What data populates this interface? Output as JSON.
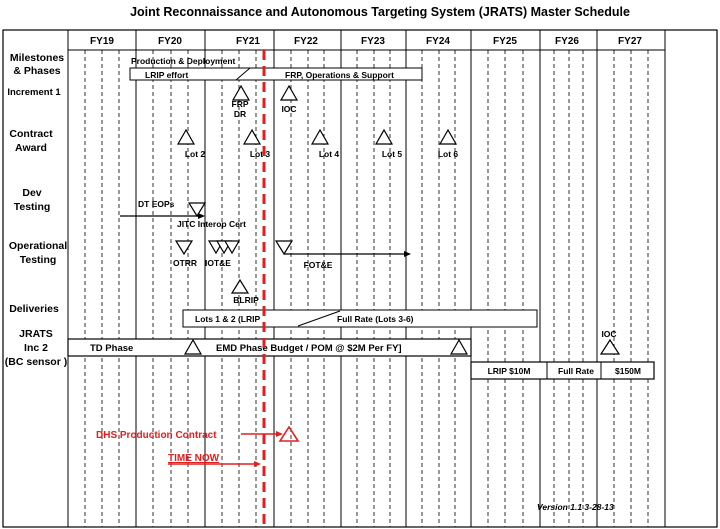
{
  "title": "Joint Reconnaissance and Autonomous Targeting System (JRATS) Master Schedule",
  "fiscal_years": [
    "FY19",
    "FY20",
    "FY21",
    "FY22",
    "FY23",
    "FY24",
    "FY25",
    "FY26",
    "FY27"
  ],
  "rows": {
    "milestones": "Milestones\n& Phases",
    "increment1": "Increment 1",
    "contract_award": "Contract\nAward",
    "dev_testing": "Dev\nTesting",
    "operational_testing": "Operational\nTesting",
    "deliveries": "Deliveries",
    "jrats_inc2": "JRATS\nInc 2\n(BC sensor )"
  },
  "milestones": {
    "production_deployment": "Production & Deployment",
    "lrip_effort": "LRIP effort",
    "frp_ops_support": "FRP, Operations & Support",
    "frp_dr": "FRP\nDR",
    "ioc": "IOC"
  },
  "contract_awards": [
    "Lot 2",
    "Lot 3",
    "Lot 4",
    "Lot 5",
    "Lot 6"
  ],
  "dev_testing": {
    "dt_eops": "DT  EOPs",
    "jitc": "JITC Interop Cert"
  },
  "operational_testing": {
    "otrr": "OTRR",
    "iote": "IOT&E",
    "fote": "FOT&E",
    "blrip": "BLRIP"
  },
  "deliveries": {
    "lots_1_2": "Lots 1 & 2 (LRIP",
    "full_rate": "Full Rate (Lots 3-6)"
  },
  "inc2": {
    "td_phase": "TD  Phase",
    "emd_budget": "EMD Phase Budget / POM @ $2M Per FY]",
    "lrip": "LRIP $10M",
    "full_rate": "Full Rate",
    "budget_150": "$150M",
    "ioc": "IOC"
  },
  "annotations": {
    "dhs_contract": "DHS Production Contract",
    "time_now": "TIME NOW",
    "version": "Version 1.1  3-28-13"
  },
  "colors": {
    "time_now_line": "#e02020",
    "annotation_red": "#e02020",
    "ink": "#000000"
  }
}
